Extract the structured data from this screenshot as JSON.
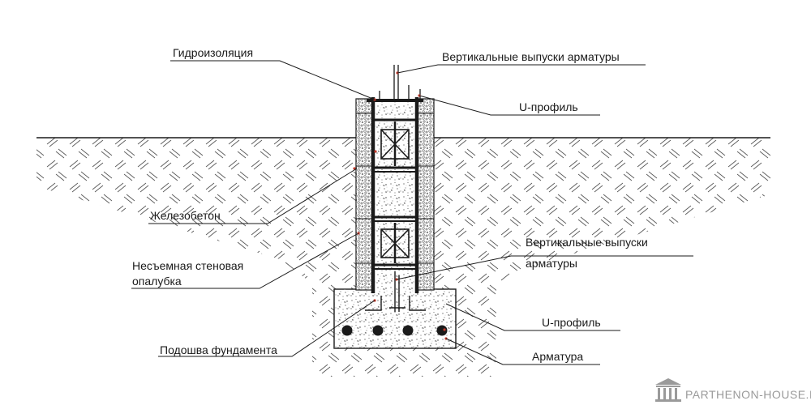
{
  "labels": {
    "waterproofing": "Гидроизоляция",
    "vertical_rebar_top": "Вертикальные выпуски арматуры",
    "u_profile_top": "U-профиль",
    "reinforced_concrete": "Железобетон",
    "formwork_line1": "Несъемная стеновая",
    "formwork_line2": "опалубка",
    "vertical_rebar_mid_line1": "Вертикальные выпуски",
    "vertical_rebar_mid_line2": "арматуры",
    "u_profile_bottom": "U-профиль",
    "footing": "Подошва фундамента",
    "rebar": "Арматура"
  },
  "watermark": {
    "text": "PARTHENON-HOUSE.RU",
    "icon": "temple-icon"
  },
  "colors": {
    "line": "#1a1a1a",
    "hatch": "#5a5a5a",
    "accent_dot": "#c0392b"
  }
}
